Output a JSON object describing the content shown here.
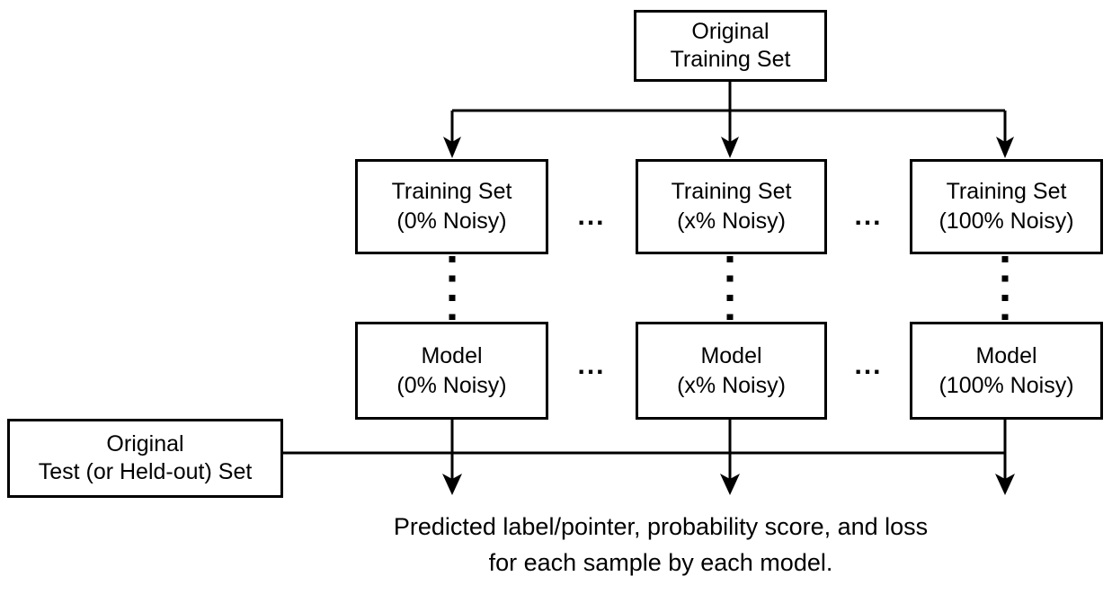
{
  "diagram": {
    "top_box": {
      "line1": "Original",
      "line2": "Training Set"
    },
    "training_boxes": [
      {
        "line1": "Training Set",
        "line2": "(0% Noisy)"
      },
      {
        "line1": "Training Set",
        "line2": "(x% Noisy)"
      },
      {
        "line1": "Training Set",
        "line2": "(100% Noisy)"
      }
    ],
    "model_boxes": [
      {
        "line1": "Model",
        "line2": "(0% Noisy)"
      },
      {
        "line1": "Model",
        "line2": "(x% Noisy)"
      },
      {
        "line1": "Model",
        "line2": "(100% Noisy)"
      }
    ],
    "test_box": {
      "line1": "Original",
      "line2": "Test (or Held-out) Set"
    },
    "ellipsis": "...",
    "caption": {
      "line1": "Predicted label/pointer, probability score, and loss",
      "line2": "for each sample by each model."
    },
    "colors": {
      "stroke": "#000000",
      "background": "#ffffff"
    }
  }
}
